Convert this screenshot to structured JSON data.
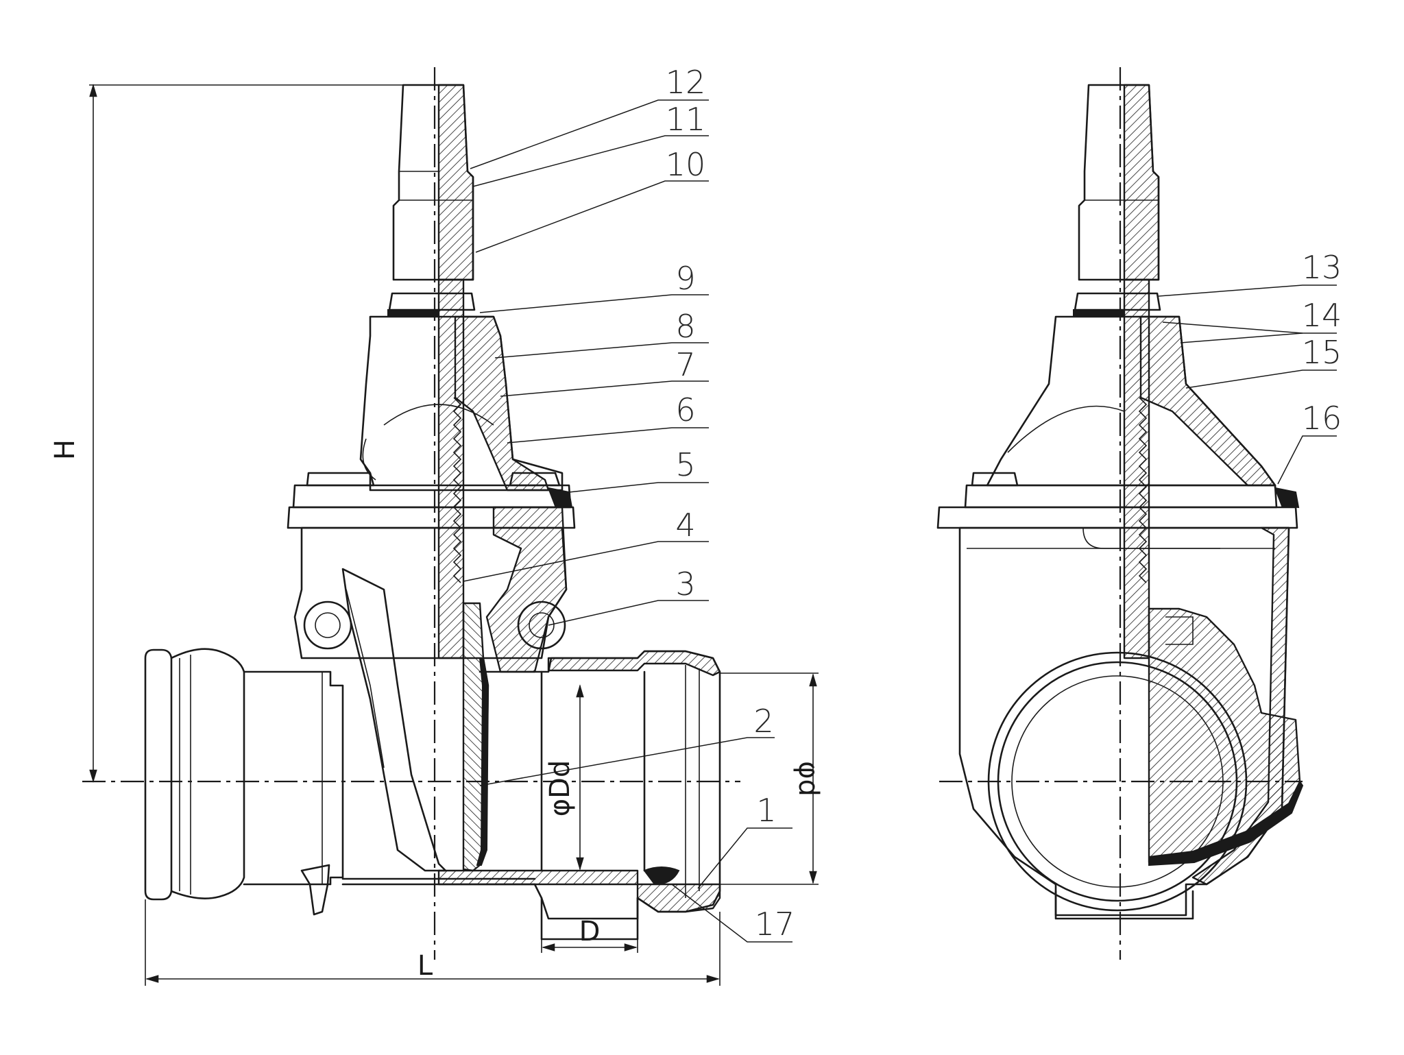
{
  "callouts": {
    "left": [
      "12",
      "11",
      "10",
      "9",
      "8",
      "7",
      "6",
      "5",
      "4",
      "3",
      "2",
      "1",
      "17"
    ],
    "right": [
      "13",
      "14",
      "15",
      "16"
    ]
  },
  "dimensions": {
    "height": "H",
    "length": "L",
    "socket_depth": "D",
    "outer_diameter": "φDd",
    "inner_diameter": "φd"
  }
}
